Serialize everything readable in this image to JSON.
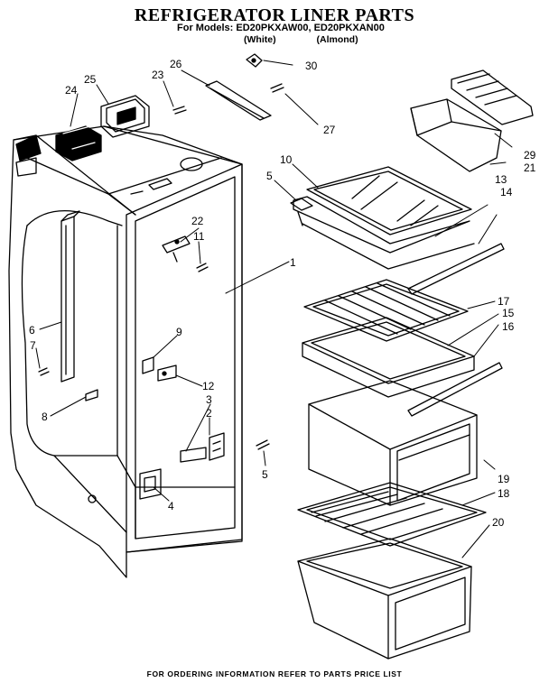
{
  "title": "REFRIGERATOR LINER PARTS",
  "models_line": "For Models: ED20PKXAW00, ED20PKXAN00",
  "model_colors": [
    "(White)",
    "(Almond)"
  ],
  "footer": "FOR ORDERING INFORMATION REFER TO PARTS PRICE LIST",
  "callouts": {
    "c1": "1",
    "c2": "2",
    "c3": "3",
    "c4": "4",
    "c5a": "5",
    "c5b": "5",
    "c6": "6",
    "c7": "7",
    "c8": "8",
    "c9": "9",
    "c10": "10",
    "c11": "11",
    "c12": "12",
    "c13": "13",
    "c14": "14",
    "c15": "15",
    "c16": "16",
    "c17": "17",
    "c18": "18",
    "c19": "19",
    "c20": "20",
    "c21": "21",
    "c22": "22",
    "c23": "23",
    "c24": "24",
    "c25": "25",
    "c26": "26",
    "c27": "27",
    "c29": "29",
    "c30": "30"
  }
}
